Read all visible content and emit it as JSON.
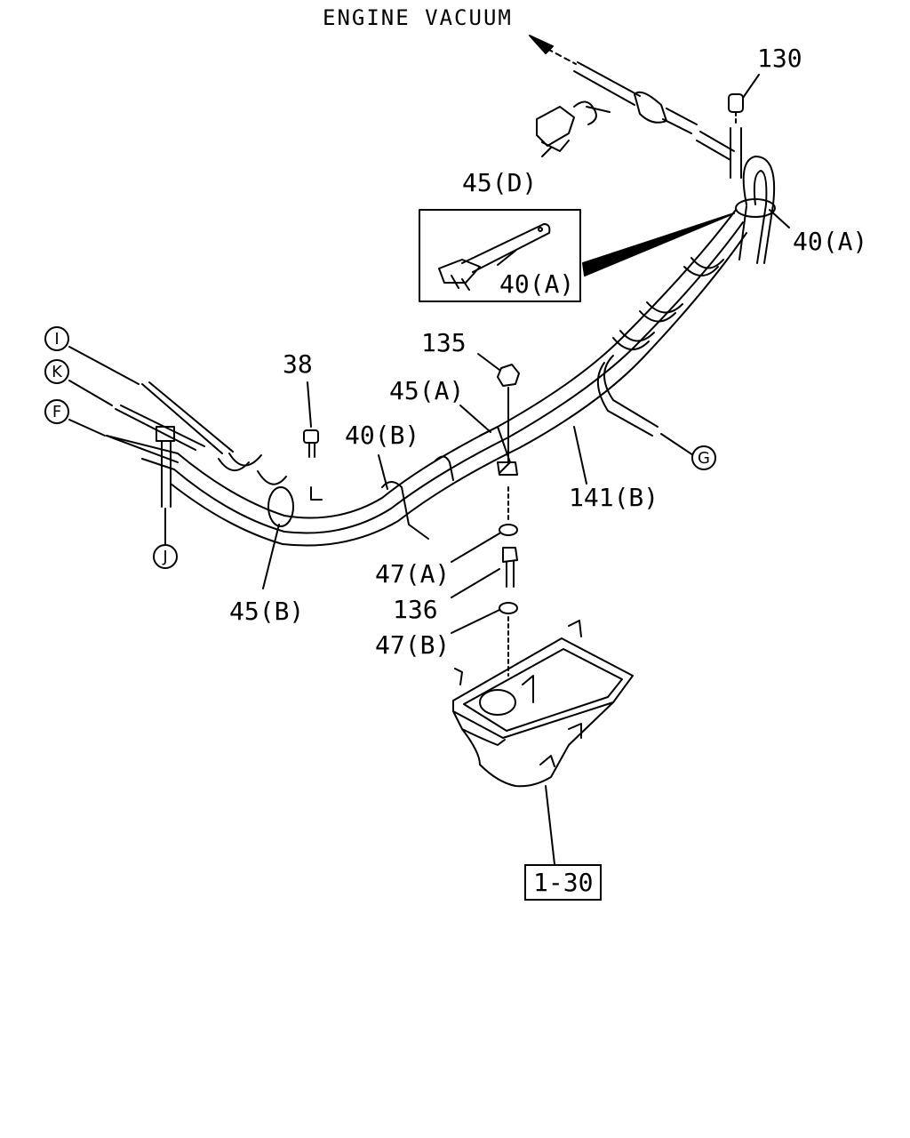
{
  "title": "ENGINE VACUUM",
  "labels": {
    "p130": "130",
    "p45d": "45(D)",
    "p40a_right": "40(A)",
    "p40a_inset": "40(A)",
    "p135": "135",
    "p38": "38",
    "p45a": "45(A)",
    "p40b": "40(B)",
    "p141b": "141(B)",
    "p47a": "47(A)",
    "p136": "136",
    "p47b": "47(B)",
    "p45b": "45(B)",
    "ref_130": "1-30"
  },
  "connectors": {
    "i": "I",
    "k": "K",
    "f": "F",
    "j": "J",
    "g": "G"
  }
}
